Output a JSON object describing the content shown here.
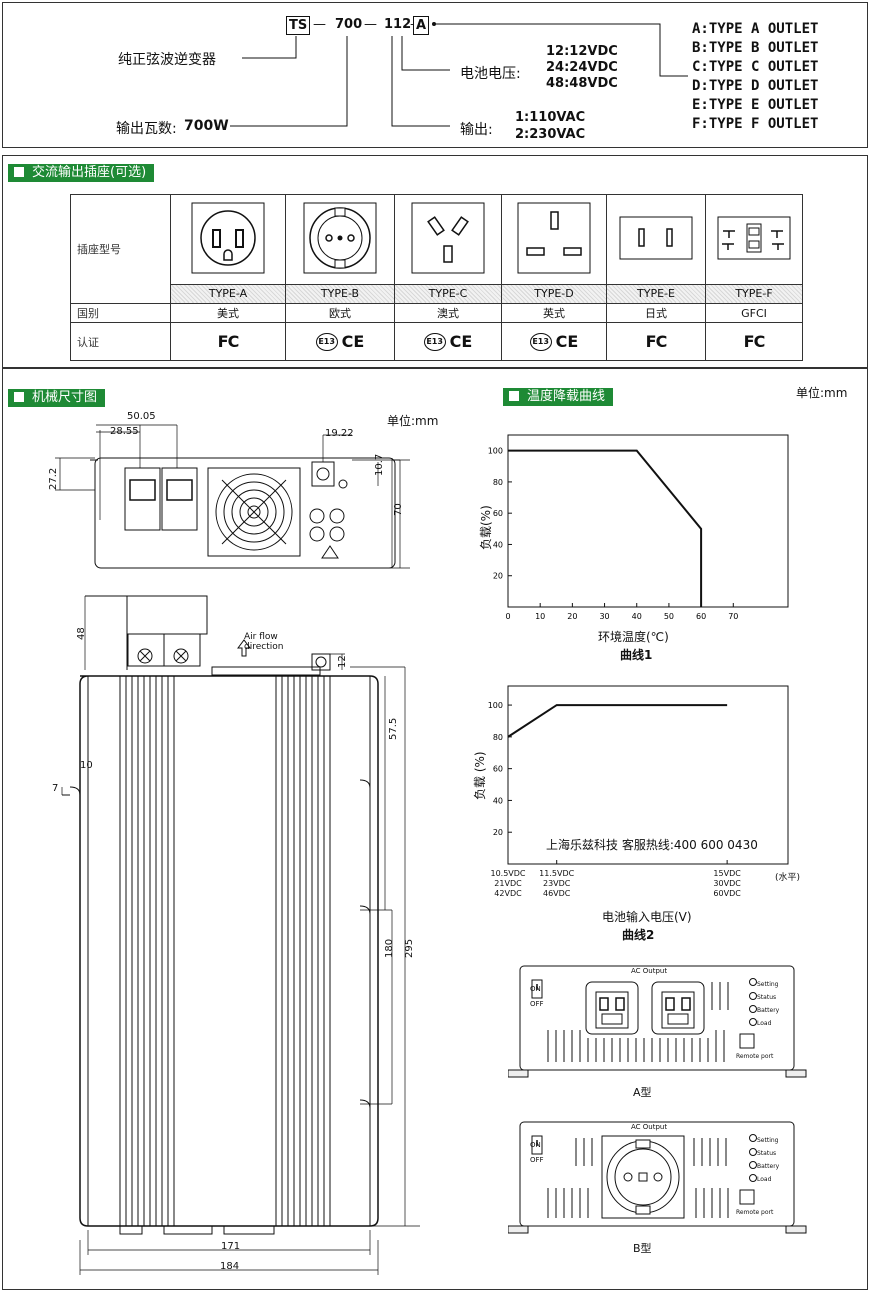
{
  "model_code": {
    "parts": [
      "TS",
      "700",
      "112",
      "A"
    ],
    "separators": [
      "—",
      "—",
      "—"
    ],
    "pure_sine_label": "纯正弦波逆变器",
    "battery_voltage_label": "电池电压:",
    "battery_voltage_options": [
      "12:12VDC",
      "24:24VDC",
      "48:48VDC"
    ],
    "output_watt_label": "输出瓦数:",
    "output_watt_value": "700W",
    "output_label": "输出:",
    "output_options": [
      "1:110VAC",
      "2:230VAC"
    ],
    "outlet_types": [
      "A:TYPE A OUTLET",
      "B:TYPE B OUTLET",
      "C:TYPE C OUTLET",
      "D:TYPE D OUTLET",
      "E:TYPE E OUTLET",
      "F:TYPE F OUTLET"
    ]
  },
  "sockets_section": {
    "title": "交流输出插座(可选)",
    "row_labels": [
      "插座型号",
      "国别",
      "认证"
    ],
    "types": [
      "TYPE-A",
      "TYPE-B",
      "TYPE-C",
      "TYPE-D",
      "TYPE-E",
      "TYPE-F"
    ],
    "countries": [
      "美式",
      "欧式",
      "澳式",
      "英式",
      "日式",
      "GFCI"
    ],
    "certs": [
      "FC",
      "E13 CE",
      "E13 CE",
      "E13 CE",
      "FC",
      "FC"
    ],
    "cert_fc": "FC",
    "cert_e13": "E13",
    "cert_ce": "CE"
  },
  "mech_section": {
    "title": "机械尺寸图",
    "unit": "单位:mm",
    "dims": {
      "d1": "50.05",
      "d2": "28.55",
      "d3": "19.22",
      "d4": "27.2",
      "d5": "10.7",
      "d6": "70",
      "d7": "48",
      "d8": "12",
      "d9": "57.5",
      "d10": "10",
      "d11": "7",
      "d12": "180",
      "d13": "295",
      "d14": "171",
      "d15": "184"
    },
    "airflow": "Air flow\ndirection",
    "panel_a": {
      "ac_output": "AC Output",
      "on": "ON",
      "off": "OFF",
      "leds": [
        "Setting",
        "Status",
        "Battery",
        "Load"
      ],
      "remote": "Remote port",
      "caption": "A型"
    },
    "panel_b": {
      "ac_output": "AC Output",
      "on": "ON",
      "off": "OFF",
      "leds": [
        "Setting",
        "Status",
        "Battery",
        "Load"
      ],
      "remote": "Remote port",
      "caption": "B型"
    }
  },
  "derating_section": {
    "title": "温度降载曲线",
    "unit": "单位:mm",
    "watermark": "上海乐兹科技 客服热线:400 600 0430"
  },
  "chart_data": [
    {
      "type": "line",
      "title": "曲线1",
      "xlabel": "环境温度(℃)",
      "ylabel": "负载(%)",
      "x": [
        0,
        40,
        60,
        60
      ],
      "y": [
        100,
        100,
        50,
        0
      ],
      "xticks": [
        0,
        10,
        20,
        30,
        40,
        50,
        60,
        70
      ],
      "yticks": [
        20,
        40,
        60,
        80,
        100
      ],
      "xlim": [
        0,
        87
      ],
      "ylim": [
        0,
        110
      ],
      "grid": false
    },
    {
      "type": "line",
      "title": "曲线2",
      "xlabel": "电池输入电压(V)",
      "ylabel": "负载 (%)",
      "x": [
        10.5,
        11.5,
        15
      ],
      "y": [
        80,
        100,
        100
      ],
      "xticks": [
        10.5,
        11.5,
        15
      ],
      "xtick_labels": [
        [
          "10.5VDC",
          "21VDC",
          "42VDC"
        ],
        [
          "11.5VDC",
          "23VDC",
          "46VDC"
        ],
        [
          "15VDC",
          "30VDC",
          "60VDC"
        ]
      ],
      "x_extra_label": "(水平)",
      "yticks": [
        20,
        40,
        60,
        80,
        100
      ],
      "xlim": [
        10.5,
        16.25
      ],
      "ylim": [
        0,
        112
      ],
      "grid": false
    }
  ]
}
